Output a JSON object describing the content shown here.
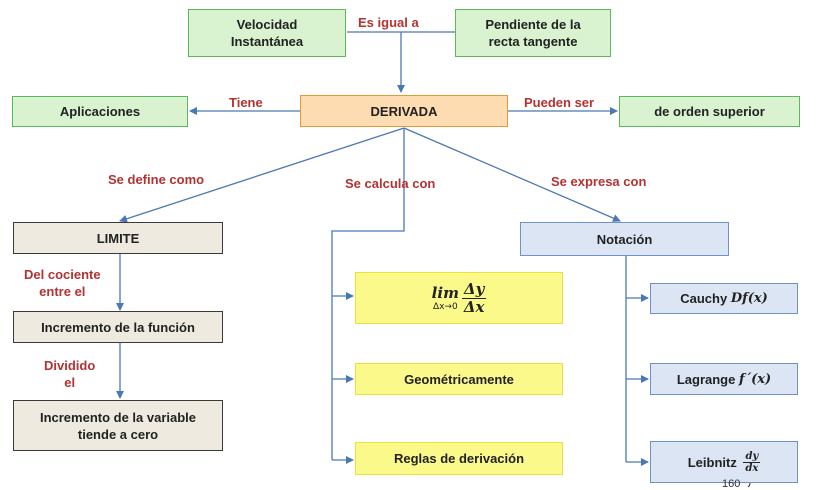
{
  "nodes": {
    "velocidad": "Velocidad\nInstantánea",
    "pendiente": "Pendiente de la\nrecta tangente",
    "aplicaciones": "Aplicaciones",
    "derivada": "DERIVADA",
    "orden_superior": "de orden superior",
    "limite": "LIMITE",
    "incremento_funcion": "Incremento de la función",
    "incremento_variable": "Incremento de la variable\ntiende a cero",
    "notacion": "Notación",
    "limit_formula": {
      "lim": "lim",
      "sub": "Δx→0",
      "num": "Δy",
      "den": "Δx"
    },
    "geometricamente": "Geométricamente",
    "reglas": "Reglas de derivación",
    "cauchy": {
      "name": "Cauchy",
      "formula": "Df(x)"
    },
    "lagrange": {
      "name": "Lagrange",
      "formula": "f´(x)"
    },
    "leibniz": {
      "name": "Leibnitz",
      "num": "dy",
      "den": "dx"
    }
  },
  "labels": {
    "es_igual_a": "Es igual a",
    "tiene": "Tiene",
    "pueden_ser": "Pueden ser",
    "se_define_como": "Se define como",
    "se_calcula_con": "Se calcula con",
    "se_expresa_con": "Se expresa con",
    "del_cociente": "Del cociente\nentre el",
    "dividido": "Dividido\nel"
  },
  "page_number": "160",
  "colors": {
    "arrow": "#4a78b5",
    "label_text": "#b33232",
    "green_fill": "#d9f2d0",
    "orange_fill": "#fcdcb0",
    "beige_fill": "#eeeae0",
    "blue_fill": "#dbe5f3",
    "yellow_fill": "#fbf98a"
  }
}
